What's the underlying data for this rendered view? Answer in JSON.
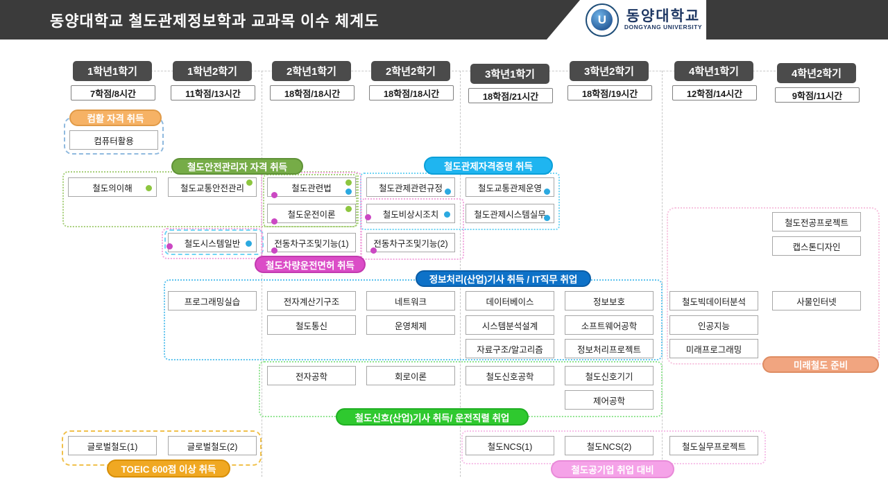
{
  "title_bar": {
    "title": "동양대학교 철도관제정보학과 교과목 이수 체계도",
    "university_kr": "동양대학교",
    "university_en": "DONGYANG UNIVERSITY",
    "seal_glyph": "U",
    "bar_color": "#3B3B3B"
  },
  "semesters": [
    {
      "label": "1학년1학기",
      "credit": "7학점/8시간"
    },
    {
      "label": "1학년2학기",
      "credit": "11학점/13시간"
    },
    {
      "label": "2학년1학기",
      "credit": "18학점/18시간"
    },
    {
      "label": "2학년2학기",
      "credit": "18학점/18시간"
    },
    {
      "label": "3학년1학기",
      "credit": "18학점/21시간"
    },
    {
      "label": "3학년2학기",
      "credit": "18학점/19시간"
    },
    {
      "label": "4학년1학기",
      "credit": "12학점/14시간"
    },
    {
      "label": "4학년2학기",
      "credit": "9학점/11시간"
    }
  ],
  "pills": {
    "comphwal": {
      "label": "컴활 자격 취득",
      "color": "#F6B265"
    },
    "safety": {
      "label": "철도안전관리자 자격 취득",
      "color": "#76AC47"
    },
    "control": {
      "label": "철도관제자격증명 취득",
      "color": "#1FB5F0"
    },
    "license": {
      "label": "철도차량운전면허 취득",
      "color": "#DB4DC7"
    },
    "it": {
      "label": "정보처리(산업)기사 취득 / IT직무 취업",
      "color": "#0E72C8"
    },
    "signal": {
      "label": "철도신호(산업)기사 취득/ 운전직렬 취업",
      "color": "#2FC92F"
    },
    "toeic": {
      "label": "TOEIC 600점 이상 취득",
      "color": "#F0A822"
    },
    "pubcorp": {
      "label": "철도공기업 취업 대비",
      "color": "#F5A2E8"
    },
    "future": {
      "label": "미래철도 준비",
      "color": "#F1A580"
    }
  },
  "dot_colors": {
    "green": "#8DC63F",
    "blue": "#2BA9E0",
    "magenta": "#CB48C3"
  },
  "courses": [
    {
      "name": "컴퓨터활용"
    },
    {
      "name": "철도의이해",
      "dots": [
        "green"
      ]
    },
    {
      "name": "철도교통안전관리",
      "dots": [
        "green"
      ]
    },
    {
      "name": "철도관련법",
      "dots": [
        "green",
        "blue",
        "magenta"
      ]
    },
    {
      "name": "철도관제관련규정",
      "dots": [
        "blue"
      ]
    },
    {
      "name": "철도교통관제운영",
      "dots": [
        "blue"
      ]
    },
    {
      "name": "철도운전이론",
      "dots": [
        "green",
        "magenta"
      ]
    },
    {
      "name": "철도비상시조치",
      "dots": [
        "magenta",
        "blue"
      ]
    },
    {
      "name": "철도관제시스템실무",
      "dots": [
        "blue"
      ]
    },
    {
      "name": "철도시스템일반",
      "dots": [
        "magenta",
        "blue"
      ]
    },
    {
      "name": "전동차구조및기능(1)",
      "dots": [
        "magenta"
      ]
    },
    {
      "name": "전동차구조및기능(2)",
      "dots": [
        "magenta"
      ]
    },
    {
      "name": "철도전공프로젝트"
    },
    {
      "name": "캡스톤디자인"
    },
    {
      "name": "프로그래밍실습"
    },
    {
      "name": "전자계산기구조"
    },
    {
      "name": "네트워크"
    },
    {
      "name": "데이터베이스"
    },
    {
      "name": "정보보호"
    },
    {
      "name": "철도빅데이터분석"
    },
    {
      "name": "사물인터넷"
    },
    {
      "name": "철도통신"
    },
    {
      "name": "운영체제"
    },
    {
      "name": "시스템분석설계"
    },
    {
      "name": "소프트웨어공학"
    },
    {
      "name": "인공지능"
    },
    {
      "name": "자료구조/알고리즘"
    },
    {
      "name": "정보처리프로젝트"
    },
    {
      "name": "미래프로그래밍"
    },
    {
      "name": "전자공학"
    },
    {
      "name": "회로이론"
    },
    {
      "name": "철도신호공학"
    },
    {
      "name": "철도신호기기"
    },
    {
      "name": "제어공학"
    },
    {
      "name": "글로벌철도(1)"
    },
    {
      "name": "글로벌철도(2)"
    },
    {
      "name": "철도NCS(1)"
    },
    {
      "name": "철도NCS(2)"
    },
    {
      "name": "철도실무프로젝트"
    }
  ]
}
